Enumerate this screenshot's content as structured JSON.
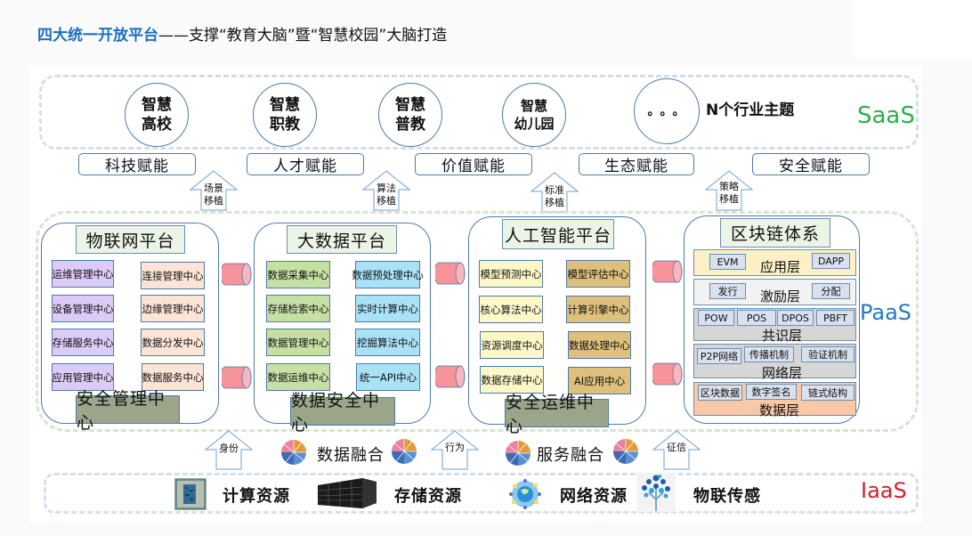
{
  "title": {
    "highlight": "四大统一开放平台",
    "rest": "——支撑“教育大脑”暨“智慧校园”大脑打造"
  },
  "layers": {
    "saas": "SaaS",
    "paas": "PaaS",
    "iaas": "IaaS"
  },
  "colors": {
    "title_blue": "#1f6fbf",
    "saas_green": "#2bb04a",
    "paas_blue": "#2378bd",
    "iaas_red": "#d0202a",
    "cylinder_red": "#f7939b"
  },
  "saas": {
    "circles": [
      {
        "line1": "智慧",
        "line2": "高校"
      },
      {
        "line1": "智慧",
        "line2": "职教"
      },
      {
        "line1": "智慧",
        "line2": "普教"
      },
      {
        "line1": "智慧",
        "line2": "幼儿园"
      }
    ],
    "more_dots": "。。。",
    "more_label": "N个行业主题",
    "empower": [
      "科技赋能",
      "人才赋能",
      "价值赋能",
      "生态赋能",
      "安全赋能"
    ],
    "transplant_arrows": [
      {
        "line1": "场景",
        "line2": "移植"
      },
      {
        "line1": "算法",
        "line2": "移植"
      },
      {
        "line1": "标准",
        "line2": "移植"
      },
      {
        "line1": "策略",
        "line2": "移植"
      }
    ]
  },
  "paas": {
    "iot": {
      "title": "物联网平台",
      "left": [
        "运维管理中心",
        "设备管理中心",
        "存储服务中心",
        "应用管理中心"
      ],
      "right": [
        "连接管理中心",
        "边缘管理中心",
        "数据分发中心",
        "数据服务中心"
      ],
      "security": "安全管理中心"
    },
    "bigdata": {
      "title": "大数据平台",
      "left": [
        "数据采集中心",
        "存储检索中心",
        "数据管理中心",
        "数据运维中心"
      ],
      "right": [
        "数据预处理中心",
        "实时计算中心",
        "挖掘算法中心",
        "统一API中心"
      ],
      "security": "数据安全中心"
    },
    "ai": {
      "title": "人工智能平台",
      "left": [
        "模型预测中心",
        "核心算法中心",
        "资源调度中心",
        "数据存储中心"
      ],
      "right": [
        "模型评估中心",
        "计算引擎中心",
        "数据处理中心",
        "AI应用中心"
      ],
      "security": "安全运维中心"
    },
    "blockchain": {
      "title": "区块链体系",
      "layers": [
        {
          "name": "应用层",
          "chips": [
            "EVM",
            "DAPP"
          ]
        },
        {
          "name": "激励层",
          "chips": [
            "发行",
            "分配"
          ]
        },
        {
          "name": "共识层",
          "chips": [
            "POW",
            "POS",
            "DPOS",
            "PBFT"
          ]
        },
        {
          "name": "网络层",
          "chips": [
            "P2P网络",
            "传播机制",
            "验证机制"
          ]
        },
        {
          "name": "数据层",
          "chips": [
            "区块数据",
            "数字签名",
            "链式结构"
          ]
        }
      ]
    }
  },
  "fusion": {
    "arrows": [
      "身份",
      "行为",
      "征信"
    ],
    "data_fusion": "数据融合",
    "service_fusion": "服务融合"
  },
  "iaas": {
    "resources": [
      {
        "icon": "cpu-chip-icon",
        "label": "计算资源"
      },
      {
        "icon": "server-rack-icon",
        "label": "存储资源"
      },
      {
        "icon": "network-globe-icon",
        "label": "网络资源"
      },
      {
        "icon": "iot-tree-icon",
        "label": "物联传感"
      }
    ]
  }
}
